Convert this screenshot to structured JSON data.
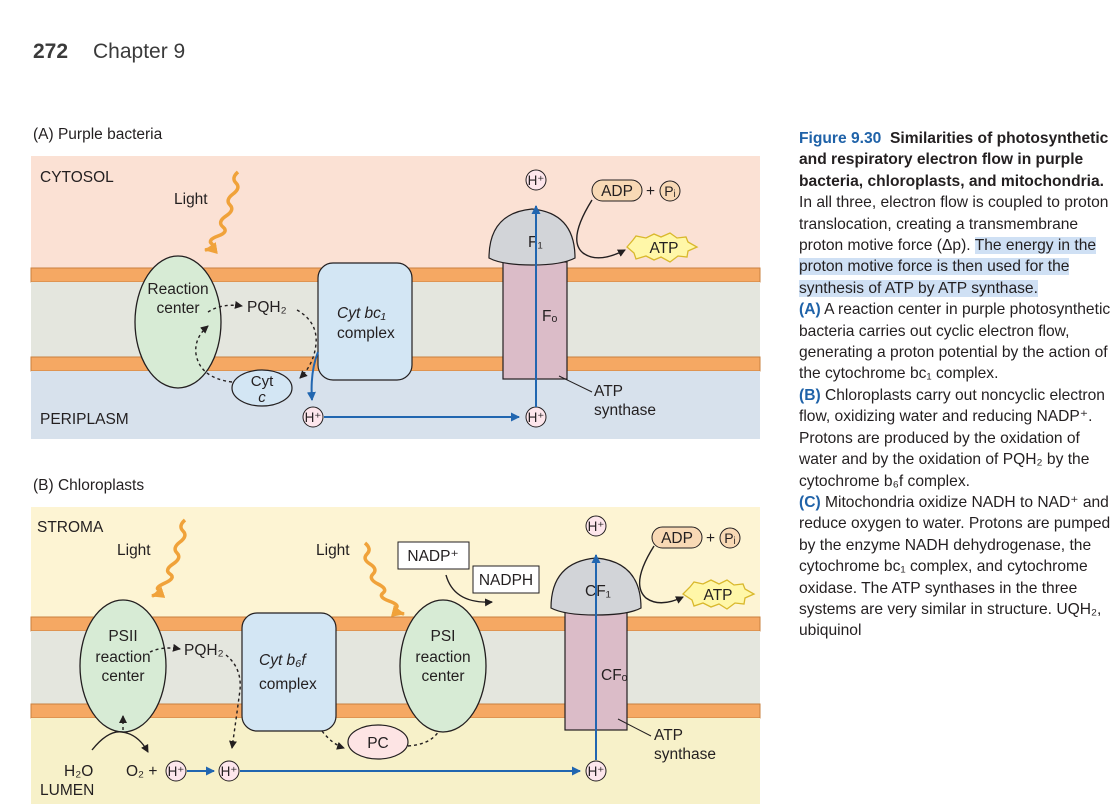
{
  "header": {
    "page_number": "272",
    "chapter": "Chapter 9"
  },
  "panel_a": {
    "title": "(A) Purple bacteria",
    "top_compartment": "CYTOSOL",
    "bottom_compartment": "PERIPLASM",
    "light": "Light",
    "reaction_center": [
      "Reaction",
      "center"
    ],
    "pqh2": "PQH₂",
    "cyt_c": [
      "Cyt",
      "c"
    ],
    "cyt_bc1": [
      "Cyt bc₁",
      "complex"
    ],
    "proton": "H⁺",
    "f1": "F₁",
    "fo": "Fₒ",
    "adp": "ADP",
    "plus": "+",
    "pi": "Pᵢ",
    "atp": "ATP",
    "atp_synthase": [
      "ATP",
      "synthase"
    ]
  },
  "panel_b": {
    "title": "(B) Chloroplasts",
    "top_compartment": "STROMA",
    "bottom_compartment": "LUMEN",
    "light": "Light",
    "psii": [
      "PSII",
      "reaction",
      "center"
    ],
    "psi": [
      "PSI",
      "reaction",
      "center"
    ],
    "pqh2": "PQH₂",
    "cyt_b6f": [
      "Cyt b₆f",
      "complex"
    ],
    "pc": "PC",
    "nadp": "NADP⁺",
    "nadph": "NADPH",
    "h2o": "H₂O",
    "o2": "O₂ +",
    "proton": "H⁺",
    "cf1": "CF₁",
    "cfo": "CFₒ",
    "adp": "ADP",
    "plus": "+",
    "pi": "Pᵢ",
    "atp": "ATP",
    "atp_synthase": [
      "ATP",
      "synthase"
    ]
  },
  "caption": {
    "figure_label": "Figure 9.30",
    "title": "Similarities of photosynthetic and respiratory electron flow in purple bacteria, chloroplasts, and mitochondria.",
    "intro": "In all three, electron flow is coupled to proton translocation, creating a transmembrane proton motive force (Δp).",
    "highlighted": "The energy in the proton motive force is then used for the synthesis of ATP by ATP synthase.",
    "section_a_label": "(A)",
    "section_a": "A reaction center in purple photosynthetic bacteria carries out cyclic electron flow, generating a proton potential by the action of the cytochrome bc₁ complex.",
    "section_b_label": "(B)",
    "section_b": "Chloroplasts carry out noncyclic electron flow, oxidizing water and reducing NADP⁺. Protons are produced by the oxidation of water and by the oxidation of PQH₂ by the cytochrome b₆f complex.",
    "section_c_label": "(C)",
    "section_c": "Mitochondria oxidize NADH to NAD⁺ and reduce oxygen to water. Protons are pumped by the enzyme NADH dehydrogenase, the cytochrome bc₁ complex, and cytochrome oxidase. The ATP synthases in the three systems are very similar in structure. UQH₂, ubiquinol"
  }
}
